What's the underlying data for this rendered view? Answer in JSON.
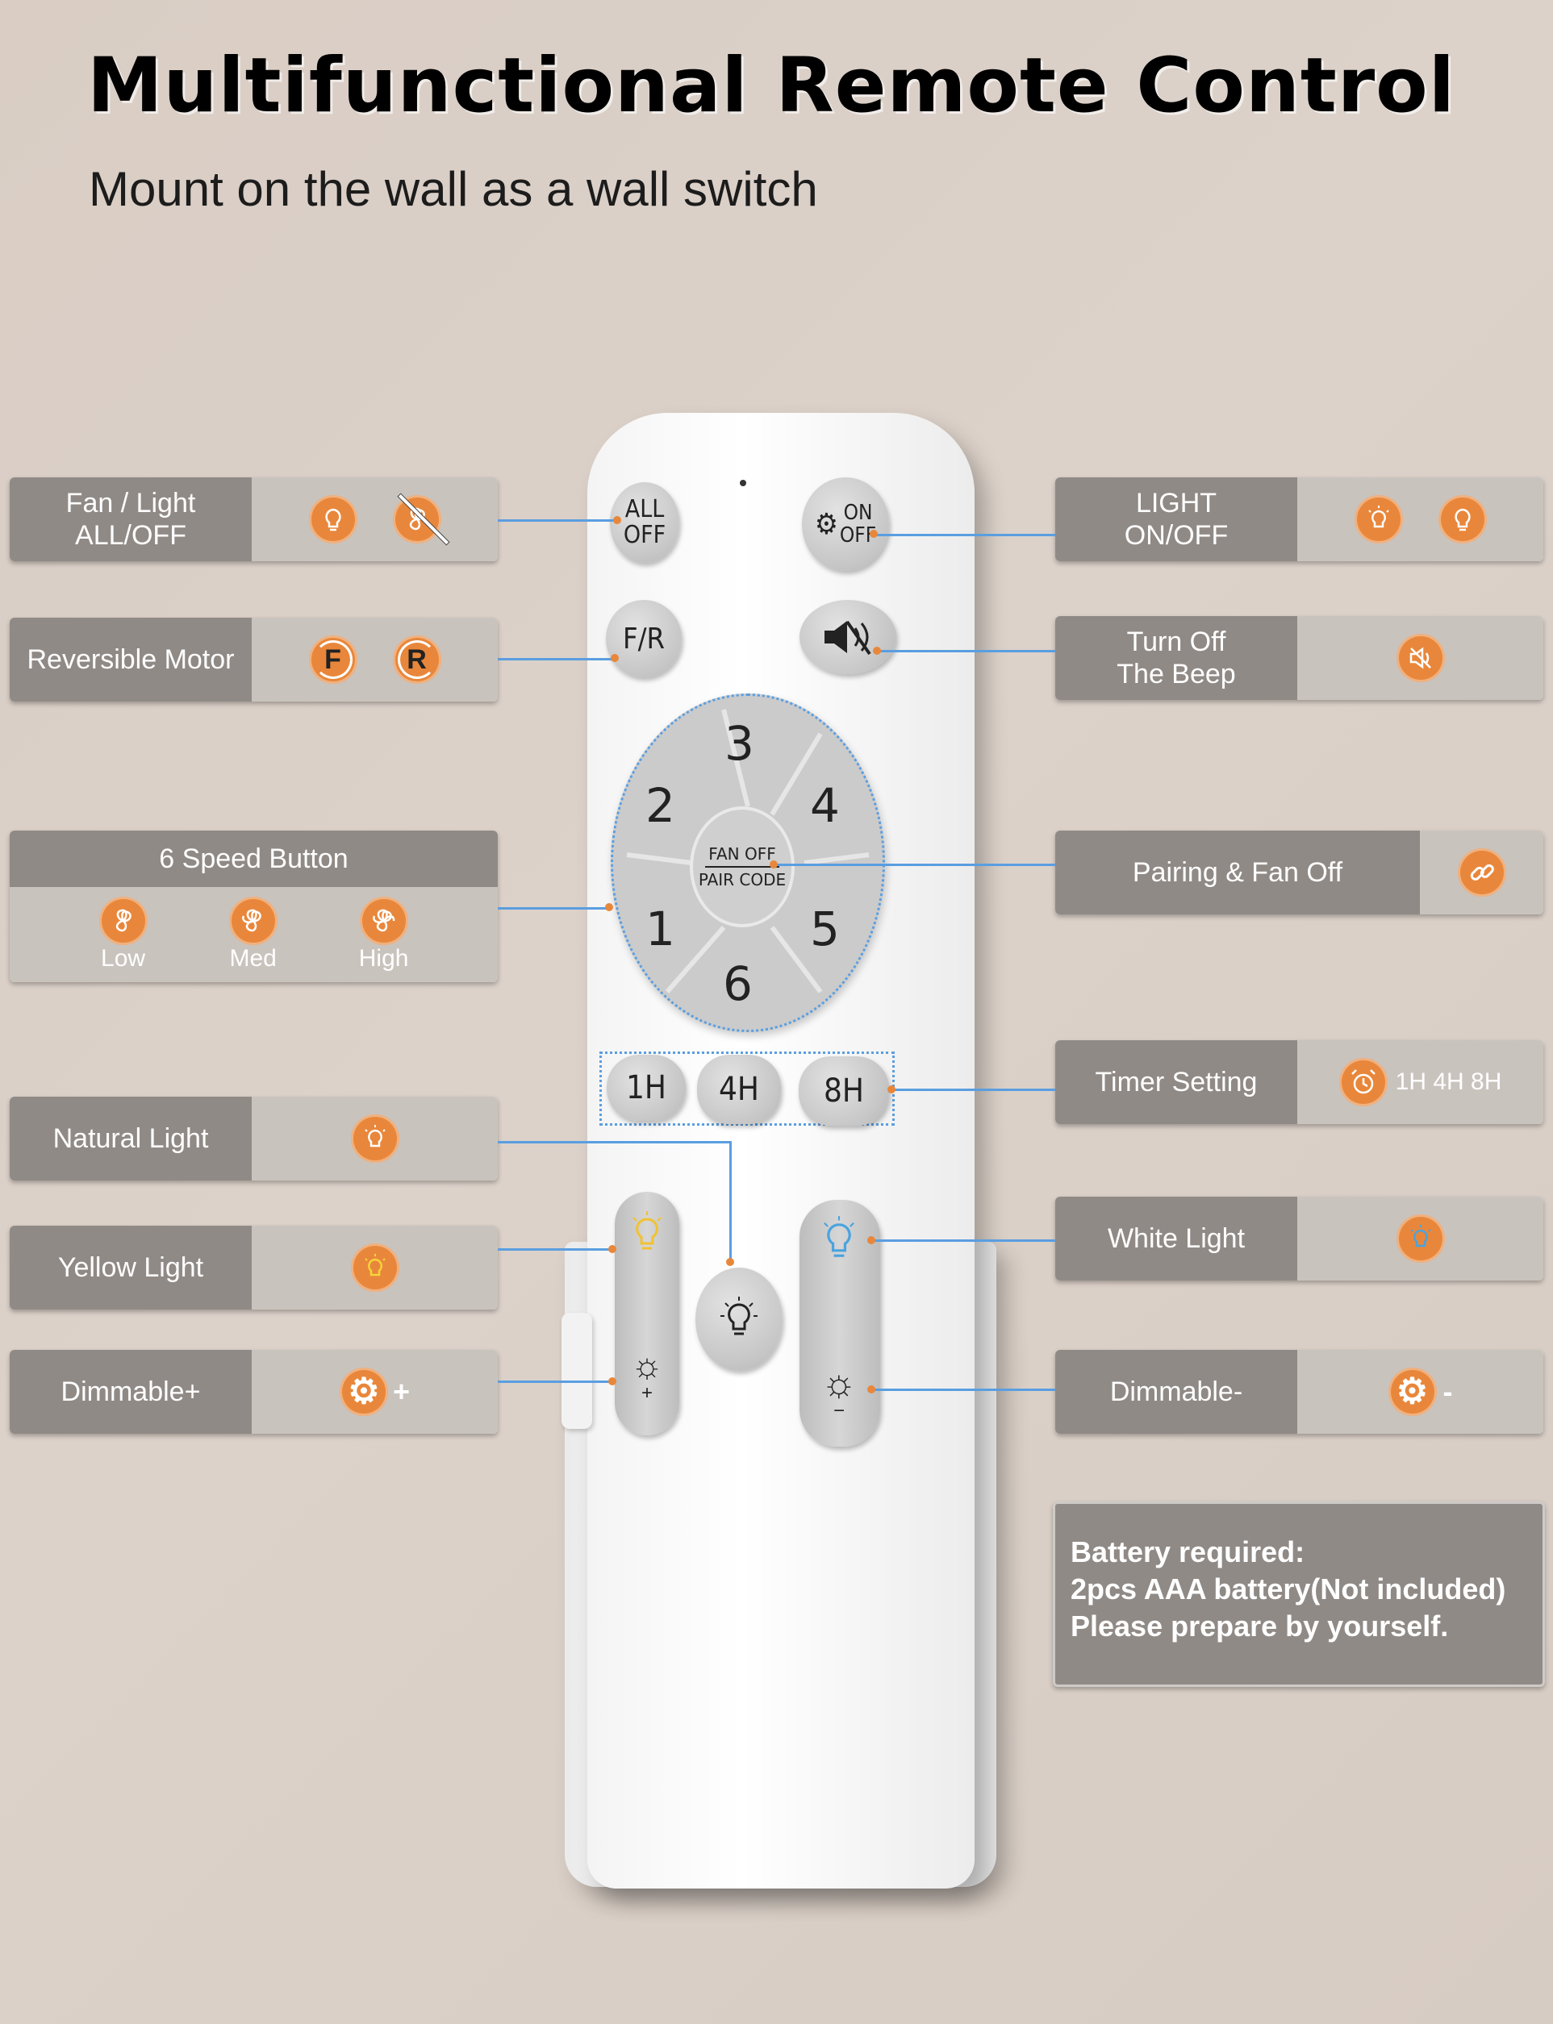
{
  "header": {
    "title": "Multifunctional Remote Control",
    "subtitle": "Mount on the wall as a wall switch"
  },
  "remote": {
    "all_off": [
      "ALL",
      "OFF"
    ],
    "on_off": [
      "ON",
      "OFF"
    ],
    "fr": "F/R",
    "dial_numbers": [
      "3",
      "2",
      "4",
      "1",
      "5",
      "6"
    ],
    "center": [
      "FAN OFF",
      "PAIR CODE"
    ],
    "timers": [
      "1H",
      "4H",
      "8H"
    ]
  },
  "left_labels": {
    "fan_light": "Fan / Light\nALL/OFF",
    "reversible": "Reversible Motor",
    "reversible_icons": [
      "F",
      "R"
    ],
    "speed_title": "6 Speed Button",
    "speed_levels": [
      "Low",
      "Med",
      "High"
    ],
    "natural": "Natural Light",
    "yellow": "Yellow Light",
    "dim_plus": "Dimmable+",
    "dim_plus_sign": "+"
  },
  "right_labels": {
    "light_onoff": "LIGHT\nON/OFF",
    "beep": "Turn Off\nThe Beep",
    "pairing": "Pairing & Fan Off",
    "timer": "Timer Setting",
    "timer_values": "1H 4H 8H",
    "white": "White Light",
    "dim_minus": "Dimmable-",
    "dim_minus_sign": "-"
  },
  "battery": {
    "lines": [
      "Battery required:",
      "2pcs AAA battery(Not included)",
      "Please prepare by yourself."
    ]
  },
  "colors": {
    "accent": "#e8873b",
    "panel_dark": "#908a86",
    "panel_light": "#c9c3be",
    "connector": "#5a9ee0"
  },
  "icons": [
    "bulb-icon",
    "fan-off-icon",
    "sun-icon",
    "mute-icon",
    "link-icon",
    "fan-icon",
    "alarm-icon",
    "gear-icon"
  ]
}
